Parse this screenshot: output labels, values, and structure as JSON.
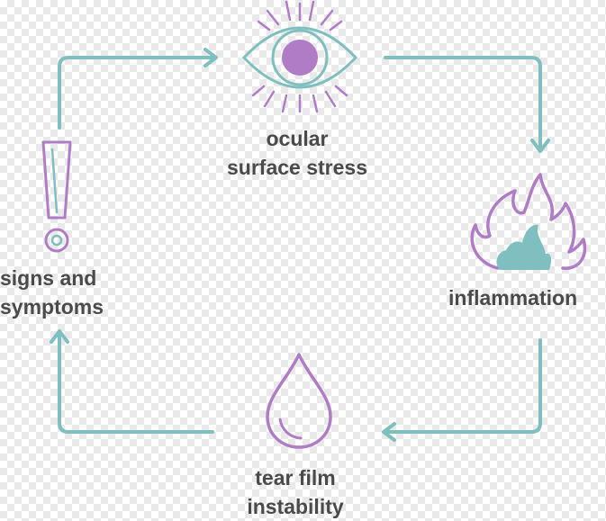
{
  "colors": {
    "teal": "#7fbfbf",
    "purple": "#b07cc6",
    "text": "#4a4a4a"
  },
  "nodes": {
    "ocular": {
      "line1": "ocular",
      "line2": "surface stress",
      "icon": "eye-icon"
    },
    "inflammation": {
      "line1": "inflammation",
      "icon": "flame-icon"
    },
    "tear": {
      "line1": "tear film",
      "line2": "instability",
      "icon": "droplet-icon"
    },
    "signs": {
      "line1": "signs and",
      "line2": "symptoms",
      "icon": "exclamation-icon"
    }
  }
}
